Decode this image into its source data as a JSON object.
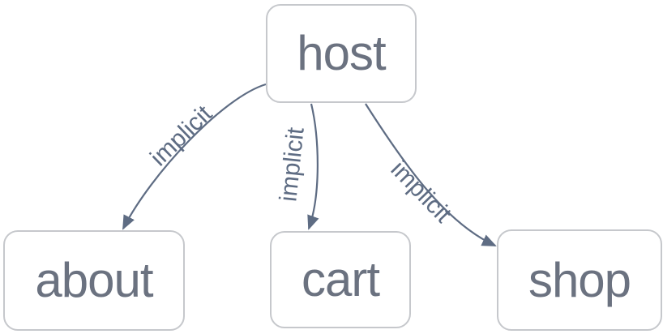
{
  "diagram": {
    "type": "graph",
    "nodes": [
      {
        "id": "host",
        "label": "host"
      },
      {
        "id": "about",
        "label": "about"
      },
      {
        "id": "cart",
        "label": "cart"
      },
      {
        "id": "shop",
        "label": "shop"
      }
    ],
    "edges": [
      {
        "from": "host",
        "to": "about",
        "label": "implicit",
        "arrow": "filled-triangle"
      },
      {
        "from": "host",
        "to": "cart",
        "label": "implicit",
        "arrow": "filled-triangle"
      },
      {
        "from": "host",
        "to": "shop",
        "label": "implicit",
        "arrow": "filled-triangle"
      }
    ],
    "colors": {
      "background": "#ffffff",
      "node_fill": "#ffffff",
      "node_border": "#c6c8cc",
      "node_text": "#6b7280",
      "edge_stroke": "#5e6c83",
      "edge_label_text": "#5e6c83"
    }
  }
}
